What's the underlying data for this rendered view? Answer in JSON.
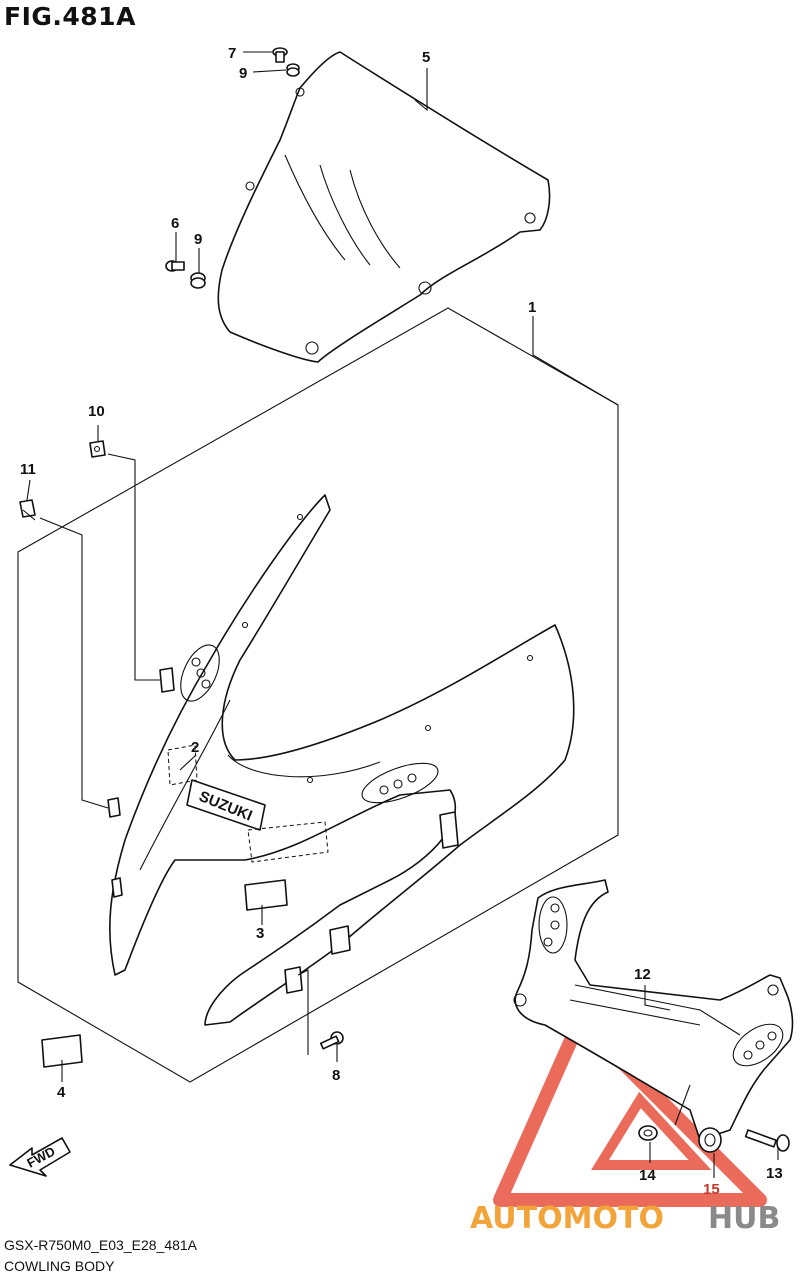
{
  "figure": {
    "title": "FIG.481A",
    "model_code": "GSX-R750M0_E03_E28_481A",
    "section_name": "COWLING BODY"
  },
  "callouts": [
    {
      "id": "callout-1",
      "label": "1"
    },
    {
      "id": "callout-2",
      "label": "2"
    },
    {
      "id": "callout-3",
      "label": "3"
    },
    {
      "id": "callout-4",
      "label": "4"
    },
    {
      "id": "callout-5",
      "label": "5"
    },
    {
      "id": "callout-6",
      "label": "6"
    },
    {
      "id": "callout-7",
      "label": "7"
    },
    {
      "id": "callout-8",
      "label": "8"
    },
    {
      "id": "callout-9a",
      "label": "9"
    },
    {
      "id": "callout-9b",
      "label": "9"
    },
    {
      "id": "callout-10",
      "label": "10"
    },
    {
      "id": "callout-11",
      "label": "11"
    },
    {
      "id": "callout-12",
      "label": "12"
    },
    {
      "id": "callout-13",
      "label": "13"
    },
    {
      "id": "callout-14",
      "label": "14"
    },
    {
      "id": "callout-15",
      "label": "15"
    }
  ],
  "emblem_text": "SUZUKI",
  "direction_badge": "FWD",
  "watermark": {
    "text_part1": "AUTOMOTO",
    "text_part2": "HUB",
    "color_red": "#e8523f",
    "color_orange": "#f2a33a",
    "color_gray": "#8a8a8a"
  },
  "colors": {
    "line": "#111111",
    "background": "#ffffff",
    "highlight_label": "#c0392b"
  }
}
